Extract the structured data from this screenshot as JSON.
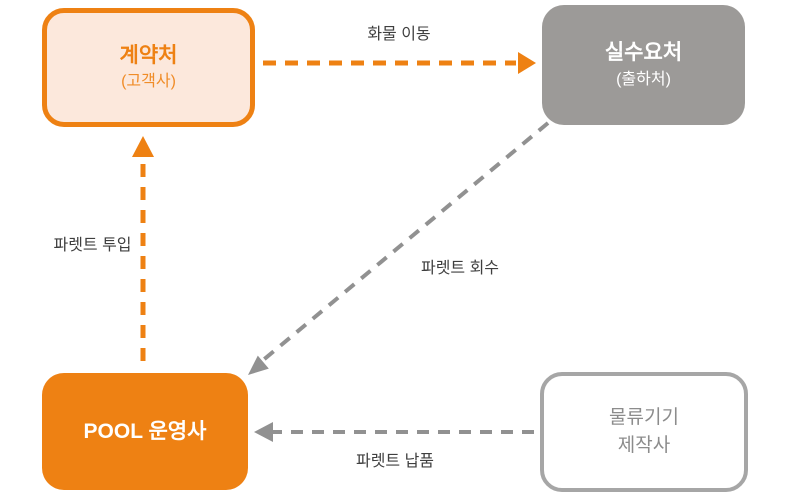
{
  "diagram_title": "pallet-pool-flow",
  "colors": {
    "orange": "#EE8113",
    "orange_fill_light": "#FCE8DC",
    "gray_box": "#9C9A98",
    "gray_border": "#A6A6A6",
    "gray_node_text": "#8C8C8C",
    "gray_arrow": "#919191",
    "label_text": "#3F3F3F",
    "white": "#FFFFFF"
  },
  "nodes": {
    "contractor": {
      "title": "계약처",
      "subtitle": "(고객사)"
    },
    "consumer": {
      "title": "실수요처",
      "subtitle": "(출하처)"
    },
    "pool_operator": {
      "title": "POOL 운영사"
    },
    "equipment_maker": {
      "title_line1": "물류기기",
      "title_line2": "제작사"
    }
  },
  "arrows": {
    "cargo_move": {
      "label": "화물 이동",
      "color": "#EE8113",
      "from": "contractor",
      "to": "consumer"
    },
    "pallet_input": {
      "label": "파렛트 투입",
      "color": "#EE8113",
      "from": "pool_operator",
      "to": "contractor"
    },
    "pallet_return": {
      "label": "파렛트 회수",
      "color": "#919191",
      "from": "consumer",
      "to": "pool_operator"
    },
    "pallet_delivery": {
      "label": "파렛트 납품",
      "color": "#919191",
      "from": "equipment_maker",
      "to": "pool_operator"
    }
  }
}
